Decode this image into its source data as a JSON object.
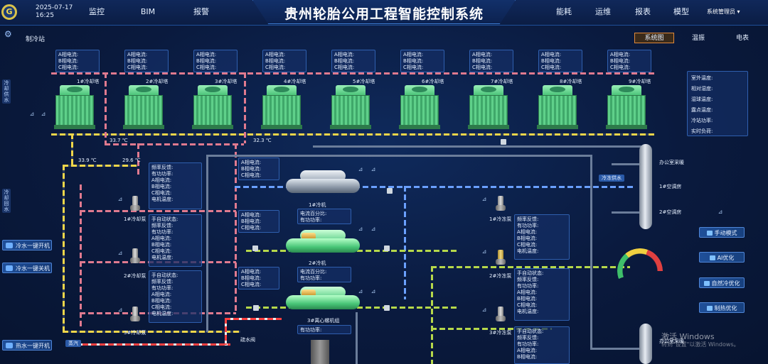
{
  "header": {
    "date": "2025-07-17",
    "time": "16:25",
    "title": "贵州轮胎公用工程智能控制系统",
    "nav_left": [
      "监控",
      "BIM",
      "报警"
    ],
    "nav_right": [
      "能耗",
      "运维",
      "报表",
      "模型"
    ],
    "user": "系统管理员 ▾",
    "logo_letter": "G"
  },
  "subheader": {
    "station": "制冷站",
    "tabs": [
      "系统图",
      "温振",
      "电表"
    ],
    "active_tab": "系统图"
  },
  "side_labels": {
    "supply": "冷却供水",
    "return": "冷却回水"
  },
  "cooling_towers": [
    {
      "label": "1#冷却塔"
    },
    {
      "label": "2#冷却塔"
    },
    {
      "label": "3#冷却塔"
    },
    {
      "label": "4#冷却塔"
    },
    {
      "label": "5#冷却塔"
    },
    {
      "label": "6#冷却塔"
    },
    {
      "label": "7#冷却塔"
    },
    {
      "label": "8#冷却塔"
    },
    {
      "label": "9#冷却塔"
    }
  ],
  "tower_info_lines": [
    "A相电流:",
    "B相电流:",
    "C相电流:"
  ],
  "temps": {
    "t1": "33.7 ℃",
    "t2": "32.3 ℃",
    "t3": "33.9 ℃",
    "t4": "29.6 ℃"
  },
  "env_box": [
    "室外温度:",
    "相对湿度:",
    "湿球温度:",
    "露点温度:",
    "冷站功率:",
    "实时负荷:"
  ],
  "cooling_pumps": [
    {
      "label": "1#冷却泵",
      "info": [
        "频率反馈:",
        "有功功率:",
        "A相电流:",
        "B相电流:",
        "C相电流:",
        "电机温度:"
      ]
    },
    {
      "label": "2#冷却泵",
      "info": [
        "手自动状态:",
        "频率反馈:",
        "有功功率:",
        "A相电流:",
        "B相电流:",
        "C相电流:",
        "电机温度:"
      ]
    },
    {
      "label": "3#冷却泵",
      "info": [
        "手自动状态:",
        "频率反馈:",
        "有功功率:",
        "A相电流:",
        "B相电流:",
        "C相电流:",
        "电机温度:"
      ]
    }
  ],
  "chillers": [
    {
      "label": "1#冷机",
      "info": [
        "A相电流:",
        "B相电流:",
        "C相电流:"
      ],
      "pct": [
        "电流百分比:",
        "有功功率:"
      ]
    },
    {
      "label": "2#冷机",
      "info": [
        "A相电流:",
        "B相电流:",
        "C相电流:"
      ],
      "pct": [
        "电流百分比:",
        "有功功率:"
      ]
    },
    {
      "label": "3#离心螺机组",
      "info": [
        "A相电流:",
        "B相电流:",
        "C相电流:"
      ],
      "pct": [
        "有功功率:"
      ]
    }
  ],
  "chilled_pumps": [
    {
      "label": "1#冷冻泵",
      "info": [
        "频率反馈:",
        "有功功率:",
        "A相电流:",
        "B相电流:",
        "C相电流:",
        "电机温度:"
      ]
    },
    {
      "label": "2#冷冻泵",
      "info": [
        "手自动状态:",
        "频率反馈:",
        "有功功率:",
        "A相电流:",
        "B相电流:",
        "C相电流:",
        "电机温度:"
      ]
    },
    {
      "label": "3#冷冻泵",
      "info": [
        "手自动状态:",
        "频率反馈:",
        "有功功率:",
        "A相电流:",
        "B相电流:"
      ]
    }
  ],
  "tanks": {
    "upper_labels": [
      "办公室采暖",
      "1#空调房",
      "2#空调房"
    ],
    "lower_labels": [
      "办公室采暖"
    ]
  },
  "flow_labels": {
    "chilled_supply": "冷冻供水",
    "steam": "蒸汽",
    "drain": "疏水阀"
  },
  "left_buttons": [
    "冷水一键开机",
    "冷水一键关机",
    "热水一键开机"
  ],
  "right_buttons": [
    "手动模式",
    "AI优化",
    "自然冷优化",
    "制热优化"
  ],
  "watermark": {
    "line1": "激活 Windows",
    "line2": "转到\"设置\"以激活 Windows。"
  },
  "colors": {
    "cooling_supply": "#e07a8f",
    "cooling_return": "#f0d64a",
    "chilled": "#6aa0ff",
    "chilled_return": "#b6d84a",
    "steam": "#ff4040",
    "active_tab": "#e0893a"
  },
  "icons": [
    "gear-icon",
    "sensor-icon",
    "valve-icon",
    "chevron-down-icon"
  ]
}
